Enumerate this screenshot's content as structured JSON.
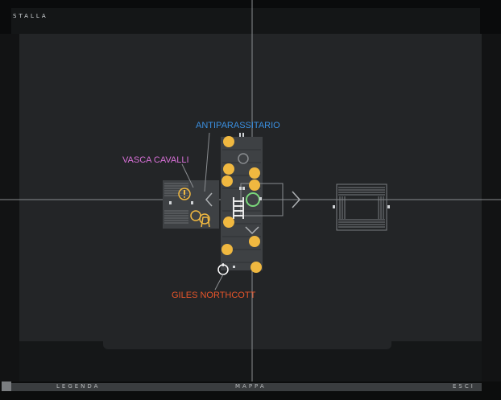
{
  "screen_title": "STALLA",
  "labels": {
    "antiparassitario": "ANTIPARASSITARIO",
    "vasca_cavalli": "VASCA CAVALLI",
    "giles_northcott": "GILES NORTHCOTT"
  },
  "colors": {
    "antiparassitario": "#3a8fe0",
    "vasca_cavalli": "#d870d8",
    "giles_northcott": "#e8552a",
    "marker": "#f0b840",
    "player_ring": "#7ad67a",
    "map_bg": "#232527",
    "room_fill": "#3e4144"
  },
  "icons": {
    "exclamation": "exclamation-marker-icon",
    "horseshoe": "horseshoe-marker-icon",
    "player": "player-position-icon",
    "npc": "npc-marker-icon",
    "ladder": "ladder-icon",
    "arrow": "direction-arrow-icon"
  },
  "bottom_bar": {
    "legend": "LEGENDA",
    "map": "MAPPA",
    "exit": "ESCI"
  }
}
